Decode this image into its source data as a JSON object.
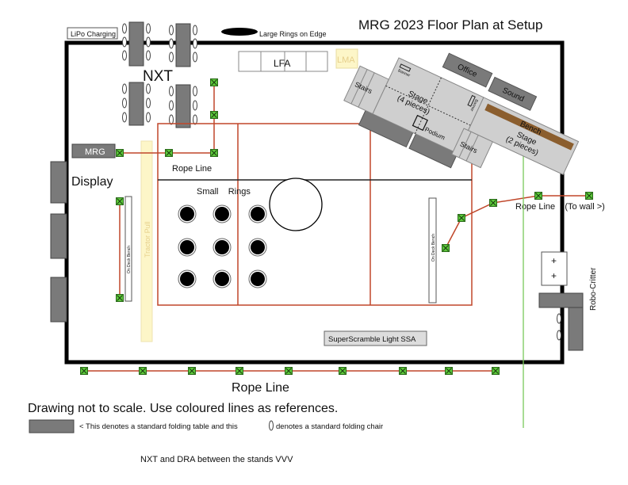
{
  "title": "MRG 2023 Floor Plan at Setup",
  "labels": {
    "lipo_charging": "LiPo Charging",
    "large_rings": "Large Rings on Edge",
    "nxt": "NXT",
    "lfa": "LFA",
    "lma": "LMA",
    "mrg": "MRG",
    "display": "Display",
    "rope_line_top": "Rope Line",
    "small_rings": "Small    Rings",
    "tractor_pull": "Tractor Pull",
    "on_deck_bench_left": "On Deck Bench",
    "on_deck_bench_right": "On Deck Bench",
    "rope_line_right": "Rope Line    (To wall >)",
    "robo_critter": "Robo-Critter",
    "superscramble": "SuperScramble Light SSA",
    "rope_line_bottom": "Rope Line",
    "plus1": "+",
    "plus2": "+"
  },
  "stage": {
    "stage4_title": "Stage",
    "stage4_sub": "(4 pieces)",
    "stage2_title": "Stage",
    "stage2_sub": "(2 pieces)",
    "bench": "Bench",
    "podium": "Podium",
    "stairs_left": "Stairs",
    "stairs_right": "Stairs",
    "banner1": "Banner",
    "banner2": "Banner",
    "office": "Office",
    "sound": "Sound"
  },
  "notes": {
    "scale": "Drawing not to scale. Use coloured lines as references.",
    "legend": "< This denotes a standard folding table and this",
    "legend_chair": "denotes a standard folding chair",
    "bottom": "NXT and DRA between the stands VVV"
  },
  "colors": {
    "wall": "#000000",
    "table": "#7a7a7a",
    "field_line": "#c0472a",
    "rope_marker": "#5cc83a",
    "reference_line": "#7ac95a",
    "tractor_pull": "#fdf6c8",
    "stage": "#cfcfcf",
    "bench": "#8b5e2e"
  }
}
